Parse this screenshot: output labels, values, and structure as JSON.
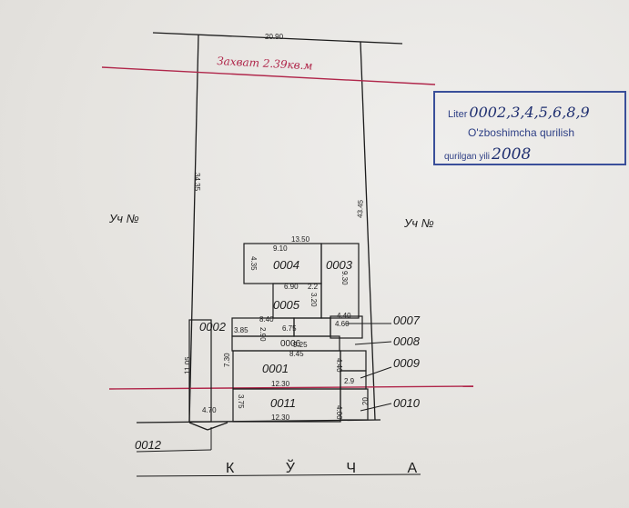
{
  "top_width": "20.90",
  "red_annotation": "Захват 2.39кв.м",
  "left_side": "34.35",
  "right_side": "43.45",
  "left_lower": "11.05",
  "neighbor_left": "Уч №",
  "neighbor_right": "Уч №",
  "street": "К Ў Ч А",
  "stamp": {
    "liter_label": "Liter",
    "liter_value": "0002,3,4,5,6,8,9",
    "extra_label": "O'zboshimcha qurilish",
    "year_label": "qurilgan yili",
    "year_value": "2008"
  },
  "rooms": {
    "r0001": "0001",
    "r0002": "0002",
    "r0003": "0003",
    "r0004": "0004",
    "r0005": "0005",
    "r0006": "0006",
    "r0007": "0007",
    "r0008": "0008",
    "r0009": "0009",
    "r0010": "0010",
    "r0011": "0011",
    "r0012": "0012"
  },
  "dims": {
    "d1350": "13.50",
    "d910": "9.10",
    "d435": "4.35",
    "d690": "6.90",
    "d220": "2.2",
    "d930": "9.30",
    "d320": "3.20",
    "d840": "8.40",
    "d675": "6.75",
    "d440a": "4.40",
    "d460": "4.60",
    "d385": "3.85",
    "d290": "2.90",
    "d925": "9.25",
    "d845": "8.45",
    "d730": "7.30",
    "d440b": "4.40",
    "d1230a": "12.30",
    "d375": "3.75",
    "d470": "4.70",
    "d1230b": "12.30",
    "d400": "4.00",
    "d290b": "2.9",
    "d20": "20"
  },
  "colors": {
    "ink": "#1c1c1c",
    "red": "#b0264a",
    "stamp": "#3a4f9a"
  }
}
